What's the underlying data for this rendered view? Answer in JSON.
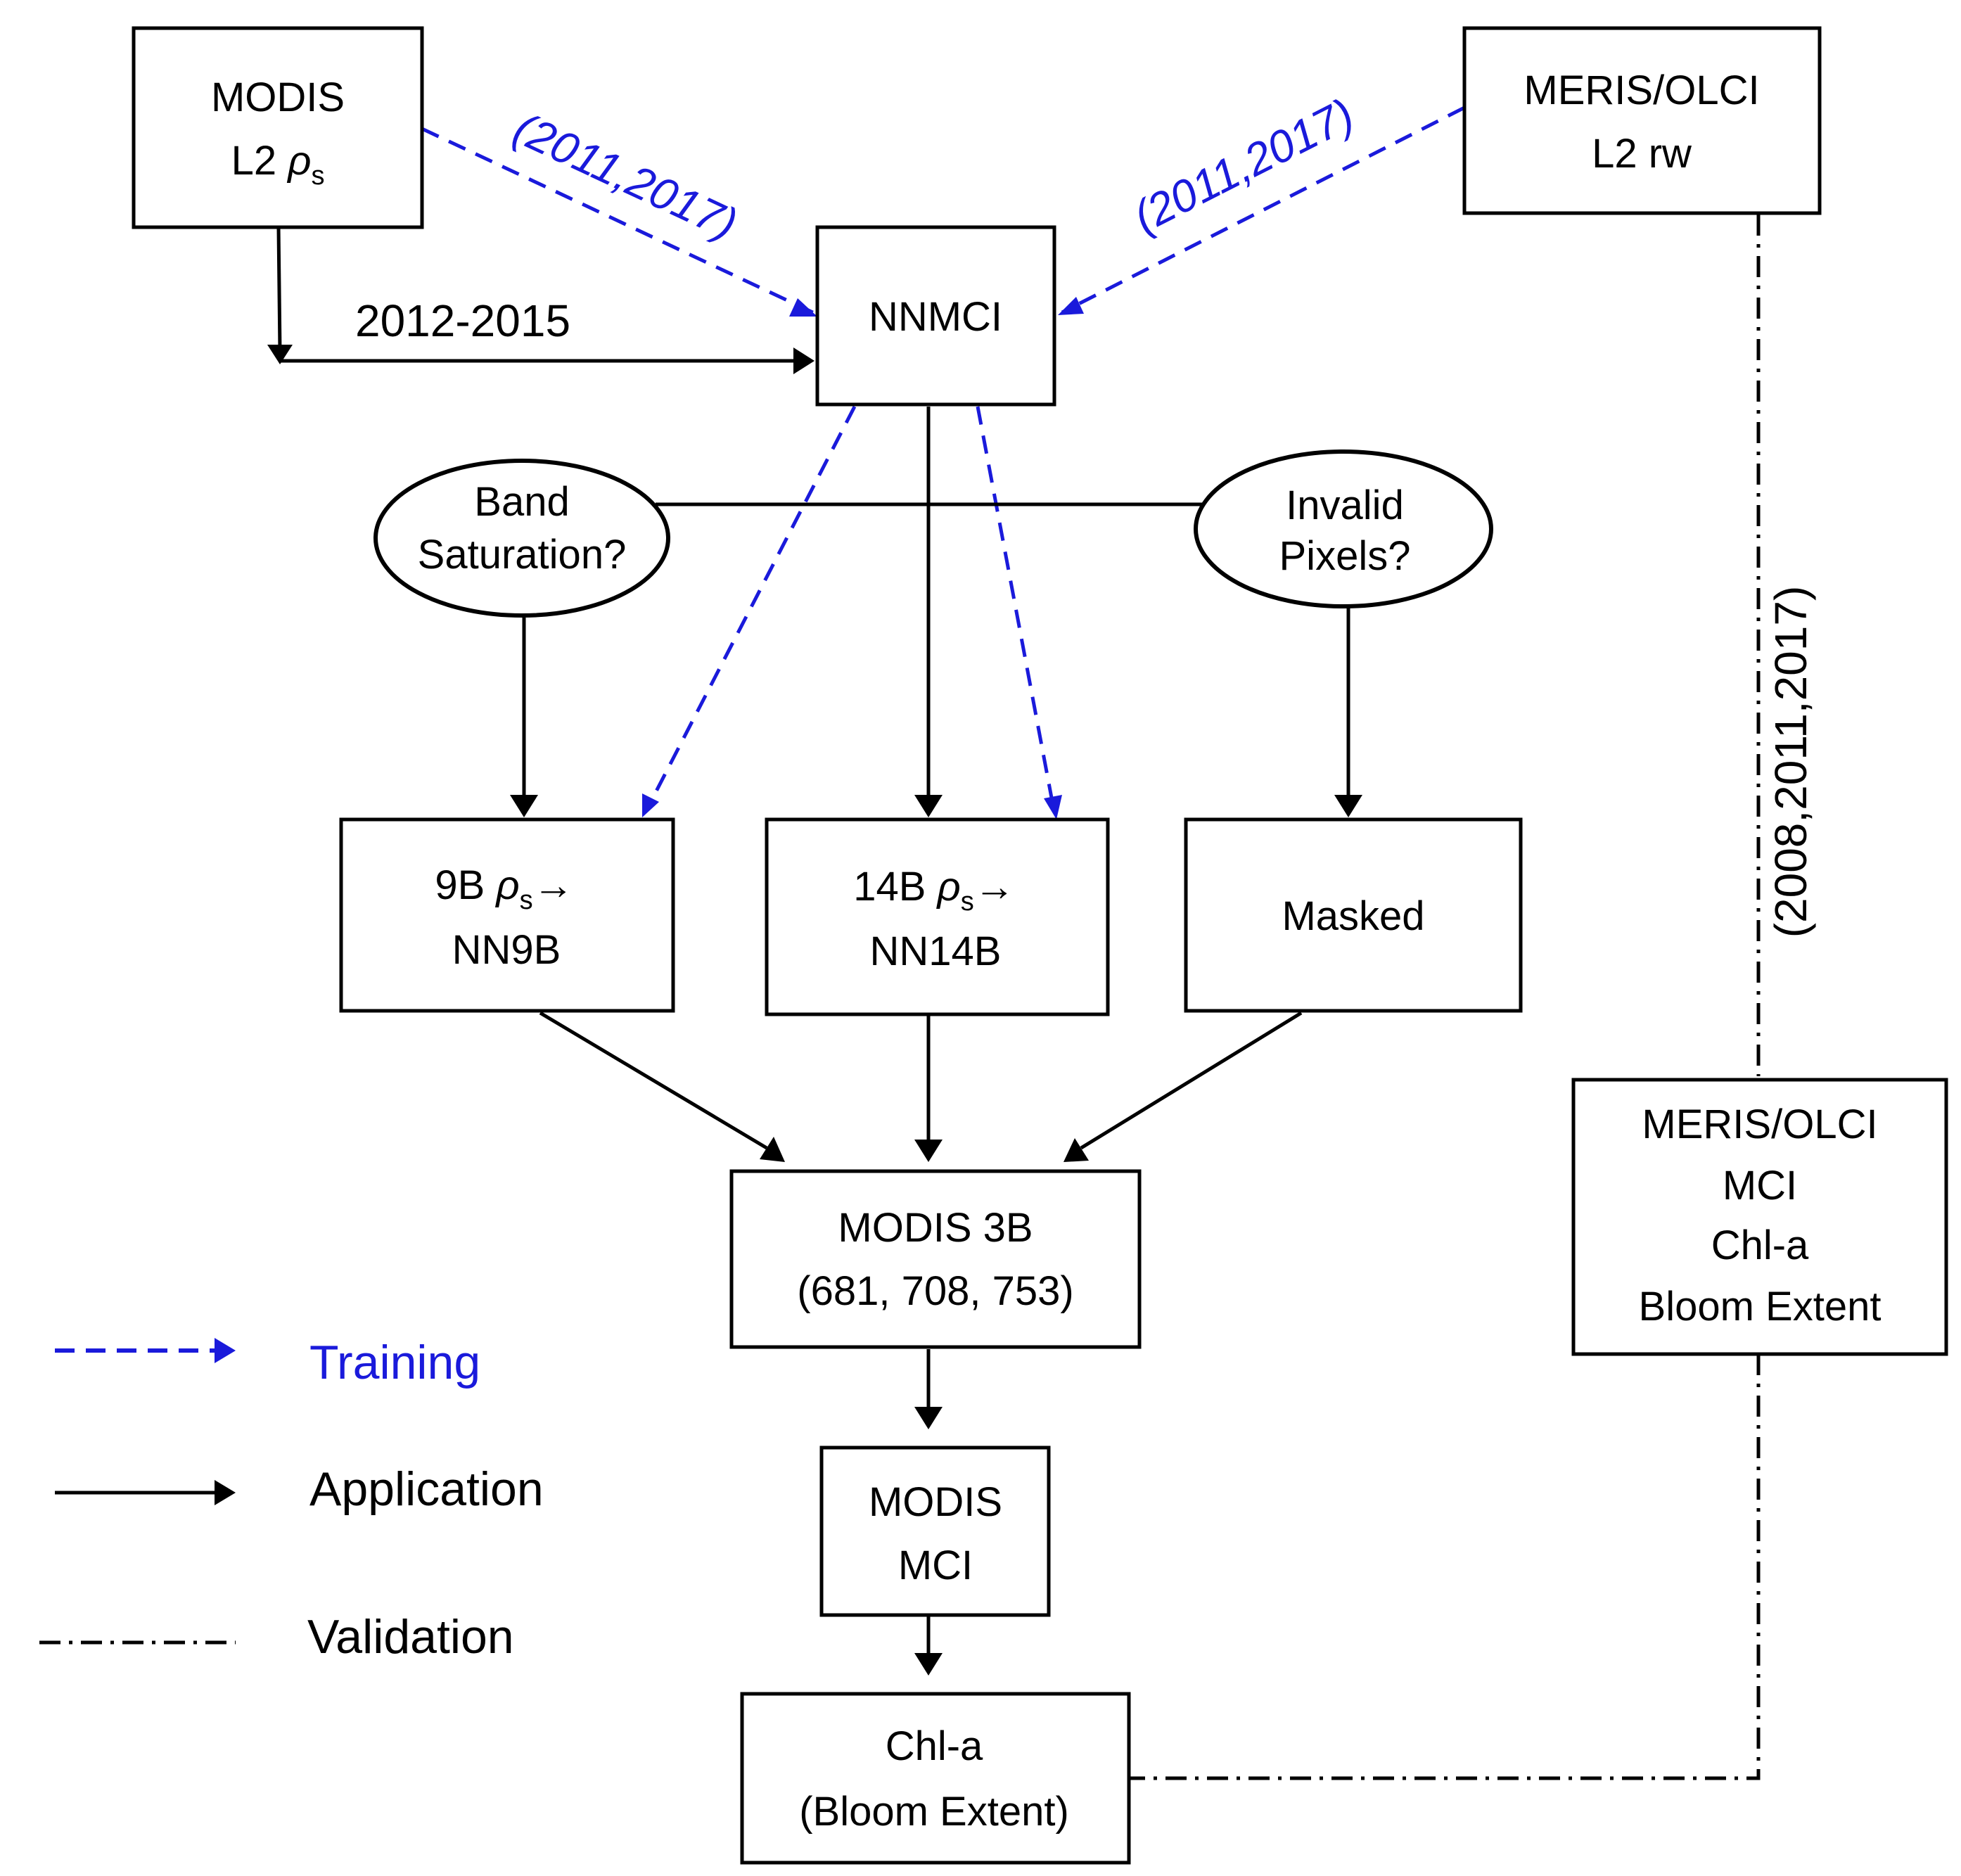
{
  "colors": {
    "training": "#1a1adb",
    "line": "#000000",
    "background": "#ffffff"
  },
  "nodes": {
    "modis_l2": {
      "line1": "MODIS",
      "line2_prefix": "L2 ",
      "rho": "ρ",
      "sub": "s"
    },
    "meris_l2": {
      "line1": "MERIS/OLCI",
      "line2": "L2 rw"
    },
    "nnmci": {
      "label": "NNMCI"
    },
    "band_saturation": {
      "line1": "Band",
      "line2": "Saturation?"
    },
    "invalid_pixels": {
      "line1": "Invalid",
      "line2": "Pixels?"
    },
    "nn9b": {
      "prefix": "9B ",
      "rho": "ρ",
      "sub": "s",
      "arrow": "→",
      "line2": "NN9B"
    },
    "nn14b": {
      "prefix": "14B ",
      "rho": "ρ",
      "sub": "s",
      "arrow": "→",
      "line2": "NN14B"
    },
    "masked": {
      "label": "Masked"
    },
    "modis_3b": {
      "line1": "MODIS 3B",
      "line2": "(681, 708, 753)"
    },
    "modis_mci": {
      "line1": "MODIS",
      "line2": "MCI"
    },
    "chla_bloom": {
      "line1": "Chl-a",
      "line2": "(Bloom Extent)"
    },
    "meris_validation": {
      "line1": "MERIS/OLCI",
      "line2": "MCI",
      "line3": "Chl-a",
      "line4": "Bloom Extent"
    }
  },
  "edge_labels": {
    "modis_training_years": "(2011,2017)",
    "meris_training_years": "(2011,2017)",
    "application_years": "2012-2015",
    "validation_years": "(2008,2011,2017)"
  },
  "legend": {
    "training": "Training",
    "application": "Application",
    "validation": "Validation"
  }
}
